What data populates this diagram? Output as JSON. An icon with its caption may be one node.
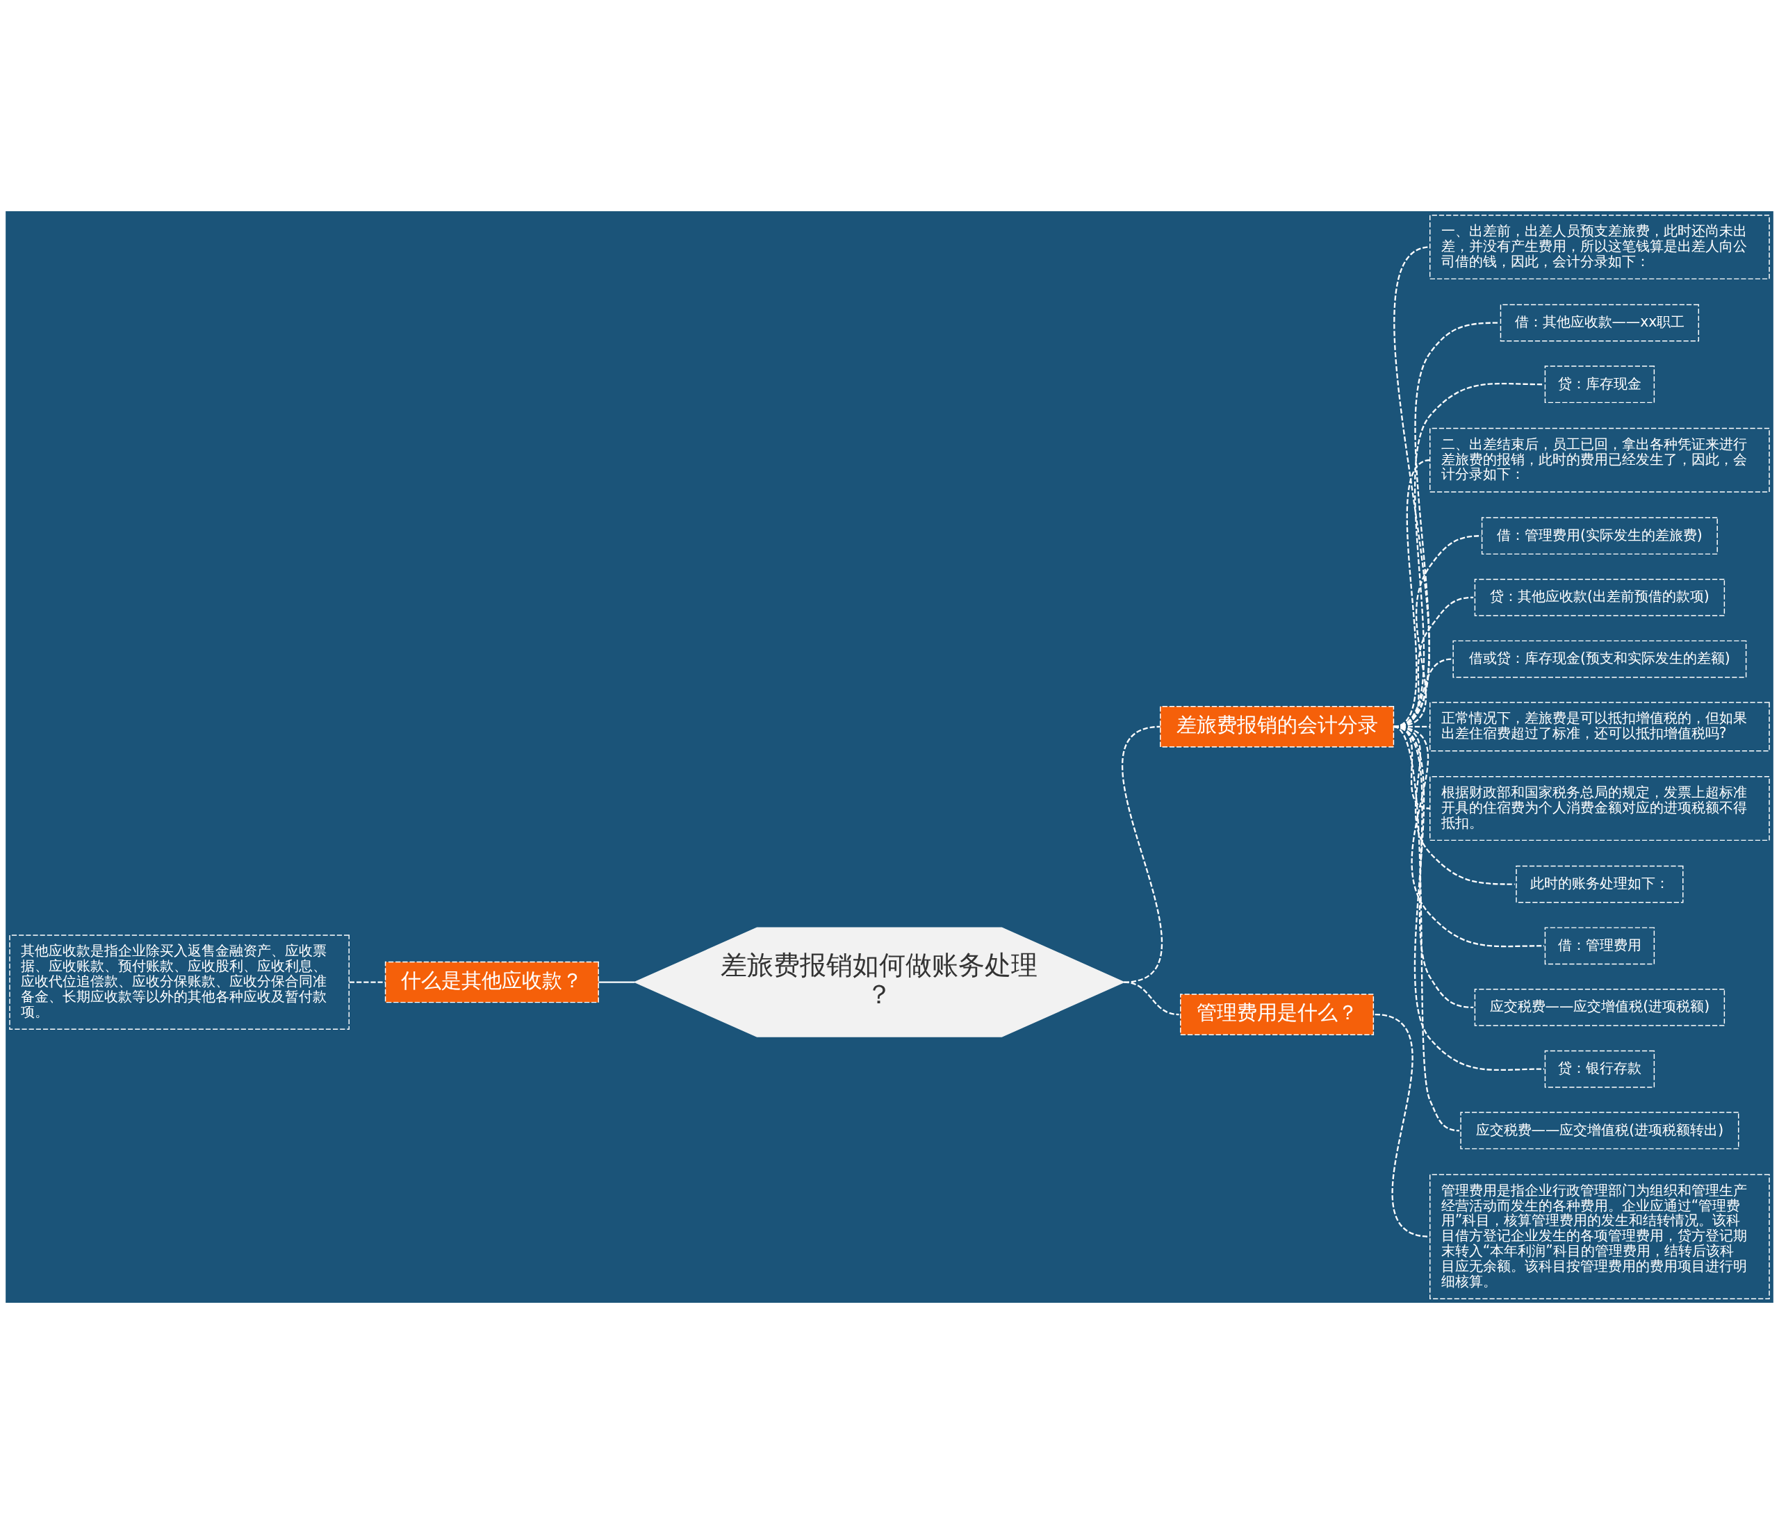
{
  "diagram": {
    "nodes": [
      {
        "text": [
          "差旅费报销如何做账务处理？"
        ]
      },
      {
        "text": [
          "什么是其他应收款？"
        ]
      },
      {
        "text": [
          "其他应收款是指企业除买入返售金融资产、应收票据、应收账款、预付账款、应收股利、应收利息、应收代位追偿款、应收分保账款、应收分保合同准备金、长期应收款等以外的其他各种应收及暂付款项。"
        ]
      },
      {
        "text": [
          "差旅费报销的会计分录"
        ]
      },
      {
        "text": [
          "一、出差前，出差人员预支差旅费，此时还尚未出差，并没有产生费用，所以这笔钱算是出差人向公司借的钱，因此，会计分录如下："
        ]
      },
      {
        "text": [
          "借：其他应收款——xx职工"
        ]
      },
      {
        "text": [
          "贷：库存现金"
        ]
      },
      {
        "text": [
          "二、出差结束后，员工已回，拿出各种凭证来进行差旅费的报销，此时的费用已经发生了，因此，会计分录如下："
        ]
      },
      {
        "text": [
          "借：管理费用(实际发生的差旅费)"
        ]
      },
      {
        "text": [
          "贷：其他应收款(出差前预借的款项)"
        ]
      },
      {
        "text": [
          "借或贷：库存现金(预支和实际发生的差额)"
        ]
      },
      {
        "text": [
          "正常情况下，差旅费是可以抵扣增值税的，但如果出差住宿费超过了标准，还可以抵扣增值税吗?"
        ]
      },
      {
        "text": [
          "根据财政部和国家税务总局的规定，发票上超标准开具的住宿费为个人消费金额对应的进项税额不得抵扣。"
        ]
      },
      {
        "text": [
          "此时的账务处理如下："
        ]
      },
      {
        "text": [
          "借：管理费用"
        ]
      },
      {
        "text": [
          "应交税费——应交增值税(进项税额)"
        ]
      },
      {
        "text": [
          "贷：银行存款"
        ]
      },
      {
        "text": [
          "应交税费——应交增值税(进项税额转出)"
        ]
      },
      {
        "text": [
          "管理费用是什么？"
        ]
      },
      {
        "text": [
          "管理费用是指企业行政管理部门为组织和管理生产经营活动而发生的各种费用。企业应通过“管理费用”科目，核算管理费用的发生和结转情况。该科目借方登记企业发生的各项管理费用，贷方登记期末转入“本年利润”科目的管理费用，结转后该科目应无余额。该科目按管理费用的费用项目进行明细核算。"
        ]
      }
    ],
    "edges": [
      {
        "from": 0,
        "to": 1,
        "arrow": "none"
      },
      {
        "from": 1,
        "to": 2,
        "arrow": "none",
        "style": "dashed"
      },
      {
        "from": 0,
        "to": 3,
        "arrow": "none",
        "style": "dashed"
      },
      {
        "from": 3,
        "to": 4,
        "arrow": "none",
        "style": "dashed"
      },
      {
        "from": 3,
        "to": 5,
        "arrow": "none",
        "style": "dashed"
      },
      {
        "from": 3,
        "to": 6,
        "arrow": "none",
        "style": "dashed"
      },
      {
        "from": 3,
        "to": 7,
        "arrow": "none",
        "style": "dashed"
      },
      {
        "from": 3,
        "to": 8,
        "arrow": "none",
        "style": "dashed"
      },
      {
        "from": 3,
        "to": 9,
        "arrow": "none",
        "style": "dashed"
      },
      {
        "from": 3,
        "to": 10,
        "arrow": "none",
        "style": "dashed"
      },
      {
        "from": 3,
        "to": 11,
        "arrow": "none",
        "style": "dashed"
      },
      {
        "from": 3,
        "to": 12,
        "arrow": "none",
        "style": "dashed"
      },
      {
        "from": 3,
        "to": 13,
        "arrow": "none",
        "style": "dashed"
      },
      {
        "from": 3,
        "to": 14,
        "arrow": "none",
        "style": "dashed"
      },
      {
        "from": 3,
        "to": 15,
        "arrow": "none",
        "style": "dashed"
      },
      {
        "from": 3,
        "to": 16,
        "arrow": "none",
        "style": "dashed"
      },
      {
        "from": 3,
        "to": 17,
        "arrow": "none",
        "style": "dashed"
      },
      {
        "from": 0,
        "to": 18,
        "arrow": "none",
        "style": "dashed"
      },
      {
        "from": 18,
        "to": 19,
        "arrow": "none",
        "style": "dashed"
      }
    ]
  }
}
